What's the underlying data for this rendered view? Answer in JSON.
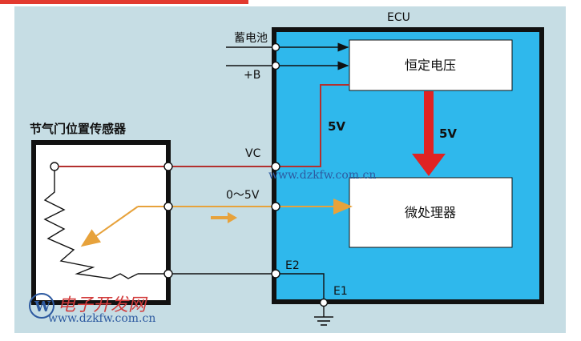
{
  "ecu_label": "ECU",
  "battery_label": "蓄电池",
  "plus_b_label": "+B",
  "constant_voltage_label": "恒定电压",
  "microprocessor_label": "微处理器",
  "five_v_wire_label": "5V",
  "five_v_arrow_label": "5V",
  "sensor_title": "节气门位置传感器",
  "vc_label": "VC",
  "signal_label": "0～5V",
  "e2_label": "E2",
  "e1_label": "E1",
  "watermark_url_top": "www.dzkfw.com.cn",
  "watermark_url_bottom": "www.dzkfw.com.cn",
  "watermark_logo_text": "电子开发网",
  "colors": {
    "background": "#c6dde4",
    "ecu_fill": "#2fb8ec",
    "red_wire": "#b3302e",
    "orange_wire": "#e7a23b",
    "big_arrow": "#e02323",
    "dark": "#111111"
  }
}
